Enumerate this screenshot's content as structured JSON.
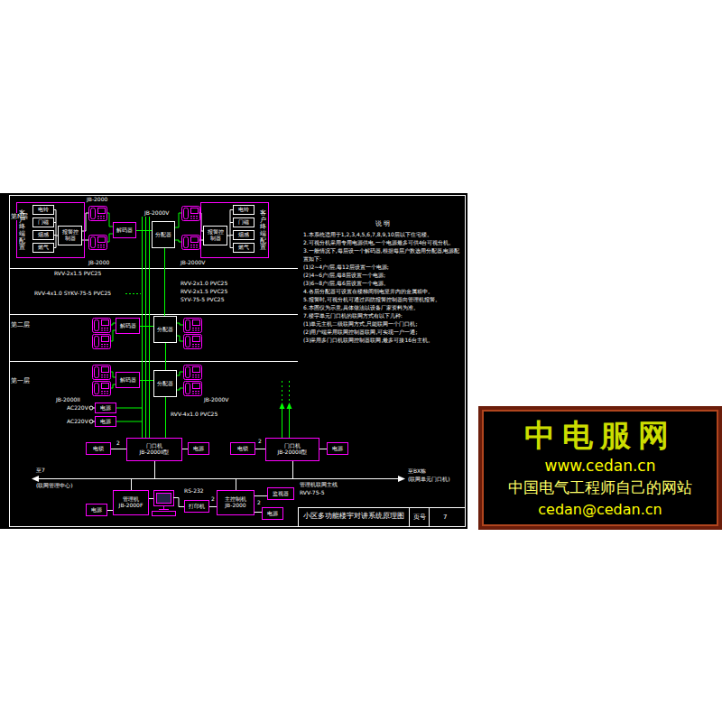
{
  "diagram": {
    "nodes": [
      {
        "text": [
          "客户终端配置"
        ]
      },
      {
        "text": [
          "电铃"
        ],
        "in": 0
      },
      {
        "text": [
          "门磁"
        ],
        "in": 0
      },
      {
        "text": [
          "烟感"
        ],
        "in": 0
      },
      {
        "text": [
          "燃气"
        ],
        "in": 0
      },
      {
        "text": [
          "报警控制器"
        ],
        "in": 0
      },
      {
        "text": [
          "解码器"
        ]
      },
      {
        "text": [
          "分配器"
        ]
      },
      {
        "text": [
          "客户终端配置"
        ]
      },
      {
        "text": [
          "电铃"
        ],
        "in": 8
      },
      {
        "text": [
          "门磁"
        ],
        "in": 8
      },
      {
        "text": [
          "烟感"
        ],
        "in": 8
      },
      {
        "text": [
          "燃气"
        ],
        "in": 8
      },
      {
        "text": [
          "报警控制器"
        ],
        "in": 8
      },
      {
        "text": [
          "解码器"
        ]
      },
      {
        "text": [
          "分配器"
        ]
      },
      {
        "text": [
          "解码器"
        ]
      },
      {
        "text": [
          "分配器"
        ]
      },
      {
        "text": [
          "电源"
        ]
      },
      {
        "text": [
          "电源"
        ]
      },
      {
        "text": [
          "电锁"
        ]
      },
      {
        "text": [
          "门口机",
          "JB-2000II型"
        ]
      },
      {
        "text": [
          "电源"
        ]
      },
      {
        "text": [
          "电锁"
        ]
      },
      {
        "text": [
          "门口机",
          "JB-2000II型"
        ]
      },
      {
        "text": [
          "电源"
        ]
      },
      {
        "text": [
          "电源"
        ]
      },
      {
        "text": [
          "管理机",
          "JB-2000F"
        ]
      },
      {
        "text": [
          "打印机"
        ]
      },
      {
        "text": [
          "主控制机",
          "JB-2000"
        ]
      },
      {
        "text": [
          "电源"
        ]
      },
      {
        "text": [
          "监视器"
        ]
      },
      {
        "text": [
          "中电服网",
          "www.cedan.cn",
          "中国电气工程师自己的网站",
          "cedan@cedan.cn"
        ]
      }
    ],
    "edges": [
      {
        "from": 6,
        "to": 7,
        "arrow": "none"
      },
      {
        "from": 7,
        "to": 15,
        "arrow": "none"
      },
      {
        "from": 14,
        "to": 15,
        "arrow": "none"
      },
      {
        "from": 15,
        "to": 17,
        "arrow": "none"
      },
      {
        "from": 16,
        "to": 17,
        "arrow": "none"
      },
      {
        "from": 17,
        "to": 21,
        "arrow": "none"
      },
      {
        "from": 20,
        "to": 21,
        "arrow": "none"
      },
      {
        "from": 21,
        "to": 22,
        "arrow": "none"
      },
      {
        "from": 23,
        "to": 24,
        "arrow": "none"
      },
      {
        "from": 24,
        "to": 25,
        "arrow": "none"
      },
      {
        "from": 26,
        "to": 27,
        "arrow": "none"
      },
      {
        "from": 29,
        "to": 28,
        "arrow": "none"
      },
      {
        "from": 29,
        "to": 30,
        "arrow": "none"
      },
      {
        "from": 29,
        "to": 31,
        "arrow": "none"
      }
    ],
    "labels": [
      "第N层",
      "第二层",
      "第一层",
      "JB-2000",
      "JB-2000V",
      "JB-2000V",
      "JB-2000",
      "RVV-2x1.5 PVC25",
      "RVV-4x1.0 SYKV-75-5 PVC25",
      "RVV-2x1.0 PVC25",
      "RVV-2x1.5 PVC25",
      "SYV-75-5 PVC25",
      "JB-2000II",
      "JB-2000V",
      "AC220V",
      "AC220V",
      "RVV-4x1.0 PVC25",
      "2",
      "2",
      "2",
      "2",
      "至7",
      "(联网管理中心)",
      "至BX栋",
      "(联网单元门口机)",
      "管理机联网主线",
      "RVV-75-5",
      "RS-232",
      "小区多功能楼宇对讲系统原理图",
      "页号",
      "7",
      "说 明",
      "1.本系统适用于1,2,3,4,5,6,7,8,9,10层以下住宅楼。",
      "2.可视分机采用专用电源供电,一个电源最多可供4台可视分机。",
      "3.一般情况下,每层设一个解码器,根据每层户数选用分配器,电源配置如下:",
      "(1)2~4户/层,每12层设置一个电源;",
      "(2)4~6户/层,每8层设置一个电源;",
      "(3)6~8户/层,每6层设置一个电源。",
      "4.各层分配器可设置在楼梯间弱电竖井内的金属箱中。",
      "5.报警时,可视分机可通过四防报警控制器向管理机报警。",
      "6.本图仅为示意,具体做法以设备厂家资料为准。",
      "7.楼宇单元门口机的联网方式有以下几种:",
      "(1)单元主机二级联网方式,只能联网一个门口机;",
      "(2)用户端采用联网控制器联网,可实现一户一通;",
      "(3)采用多门口机联网控制器联网,最多可接16台主机。"
    ]
  }
}
